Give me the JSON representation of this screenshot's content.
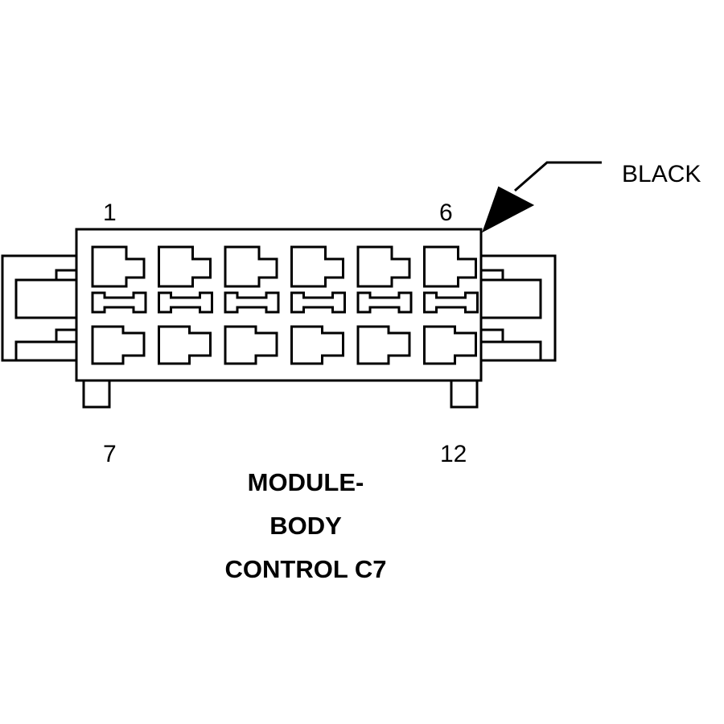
{
  "connector": {
    "color_label": "BLACK",
    "pin_labels": {
      "top_left": "1",
      "top_right": "6",
      "bottom_left": "7",
      "bottom_right": "12"
    },
    "title_lines": [
      "MODULE-",
      "BODY",
      "CONTROL C7"
    ],
    "cavities_per_row": 6
  }
}
